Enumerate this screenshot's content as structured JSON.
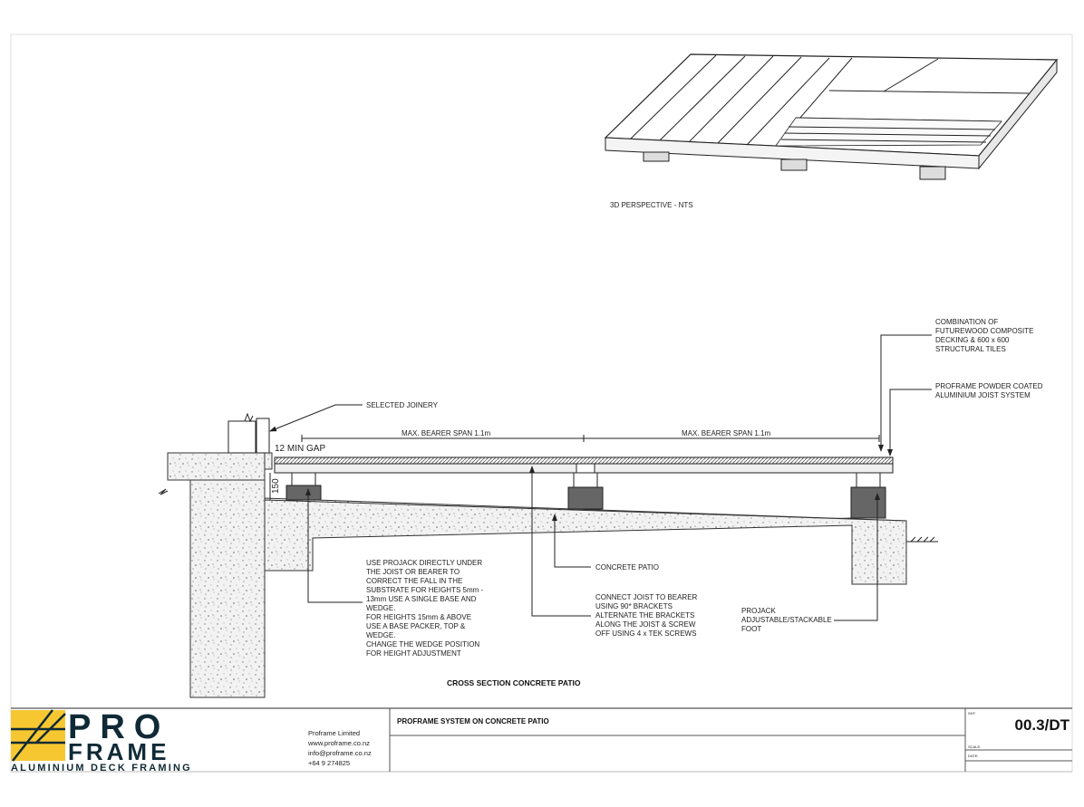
{
  "perspective": {
    "caption": "3D PERSPECTIVE - NTS"
  },
  "section": {
    "title": "CROSS SECTION CONCRETE PATIO",
    "labels": {
      "joinery": "SELECTED JOINERY",
      "span_left": "MAX. BEARER SPAN 1.1m",
      "span_right": "MAX. BEARER SPAN 1.1m",
      "gap": "12 MIN GAP",
      "height": "150",
      "concrete_patio": "CONCRETE PATIO"
    },
    "notes": {
      "decking": [
        "COMBINATION OF",
        "FUTUREWOOD COMPOSITE",
        "DECKING & 600 x 600",
        "STRUCTURAL TILES"
      ],
      "joist_system": [
        "PROFRAME POWDER COATED",
        "ALUMINIUM  JOIST SYSTEM"
      ],
      "projack_use": [
        "USE PROJACK DIRECTLY UNDER",
        "THE JOIST OR BEARER TO",
        "CORRECT THE FALL IN THE",
        "SUBSTRATE FOR HEIGHTS 5mm -",
        "13mm USE A SINGLE BASE AND",
        "WEDGE.",
        "FOR HEIGHTS 15mm & ABOVE",
        "USE A BASE PACKER, TOP &",
        "WEDGE.",
        "CHANGE THE WEDGE POSITION",
        "FOR HEIGHT ADJUSTMENT"
      ],
      "connect": [
        "CONNECT JOIST TO BEARER",
        "USING 90* BRACKETS",
        "ALTERNATE THE BRACKETS",
        "ALONG THE JOIST & SCREW",
        "OFF USING 4 x TEK SCREWS"
      ],
      "projack_foot": [
        "PROJACK",
        "ADJUSTABLE/STACKABLE",
        "FOOT"
      ]
    }
  },
  "title_block": {
    "logo": {
      "line1": "PRO",
      "line2": "FRAME",
      "tagline": "ALUMINIUM DECK FRAMING"
    },
    "company": [
      "Proframe Limited",
      "www.proframe.co.nz",
      "info@proframe.co.nz",
      "+64 9 274825"
    ],
    "drawing_title": "PROFRAME SYSTEM ON CONCRETE PATIO",
    "sheet_label": "SHT:",
    "sheet_number": "00.3/DT",
    "scale_label": "SCALE:",
    "date_label": "DATE:"
  },
  "colors": {
    "logo_yellow": "#f7c731",
    "logo_navy": "#0f2a36"
  }
}
